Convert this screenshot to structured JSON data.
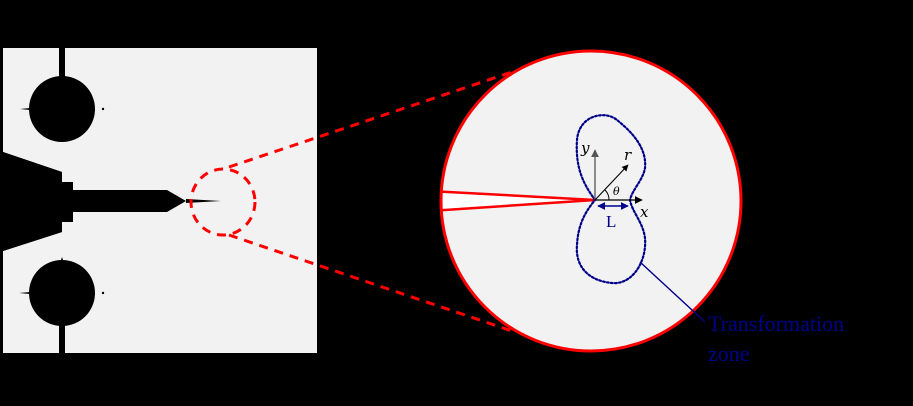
{
  "diagram": {
    "type": "specimen-crack-tip-zoom",
    "colors": {
      "background": "#000000",
      "specimen_fill": "#f2f2f2",
      "highlight": "#ff0000",
      "zone_outline": "#00008b",
      "axes": "#000000"
    },
    "specimen": {
      "description": "Compact tension specimen with two loading holes and a machined notch ending in a sharp crack"
    },
    "magnified_view": {
      "description": "Circular magnified region around the crack tip"
    },
    "labels": {
      "axis_x": "x",
      "axis_y": "y",
      "radius": "r",
      "angle": "θ",
      "length": "L",
      "zone_line1": "Transformation",
      "zone_line2": "zone"
    }
  }
}
